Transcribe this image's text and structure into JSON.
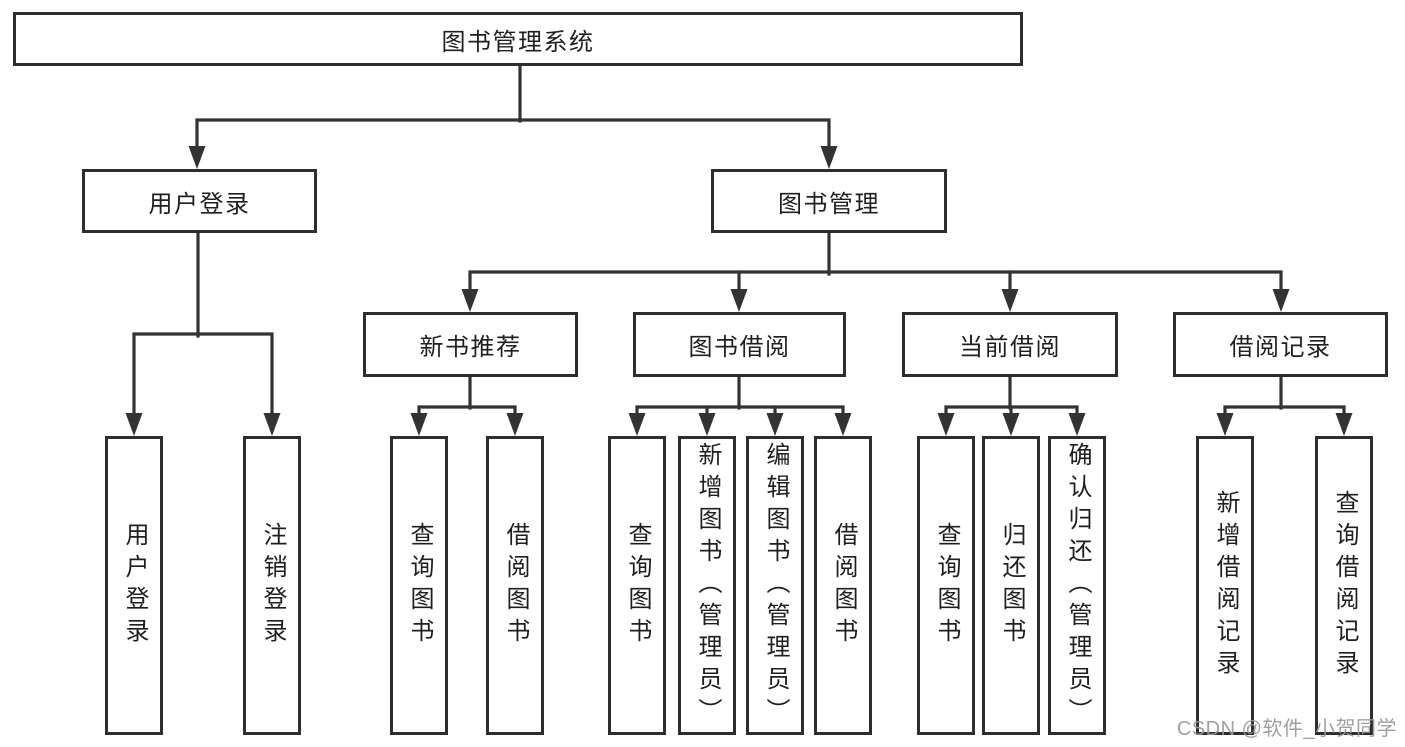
{
  "diagram": {
    "root": {
      "label": "图书管理系统"
    },
    "branches": [
      {
        "label": "用户登录",
        "leaves": [
          "用户登录",
          "注销登录"
        ]
      },
      {
        "label": "图书管理",
        "groups": [
          {
            "label": "新书推荐",
            "leaves": [
              "查询图书",
              "借阅图书"
            ]
          },
          {
            "label": "图书借阅",
            "leaves": [
              "查询图书",
              "新增图书（管理员）",
              "编辑图书（管理员）",
              "借阅图书"
            ]
          },
          {
            "label": "当前借阅",
            "leaves": [
              "查询图书",
              "归还图书",
              "确认归还（管理员）"
            ]
          },
          {
            "label": "借阅记录",
            "leaves": [
              "新增借阅记录",
              "查询借阅记录"
            ]
          }
        ]
      }
    ]
  },
  "watermark": {
    "text": "CSDN @软件_小贺同学"
  },
  "colors": {
    "background": "#ffffff",
    "line": "#333333",
    "box_border": "#2d2d2d",
    "text": "#1f1f1f",
    "watermark": "#989898"
  }
}
